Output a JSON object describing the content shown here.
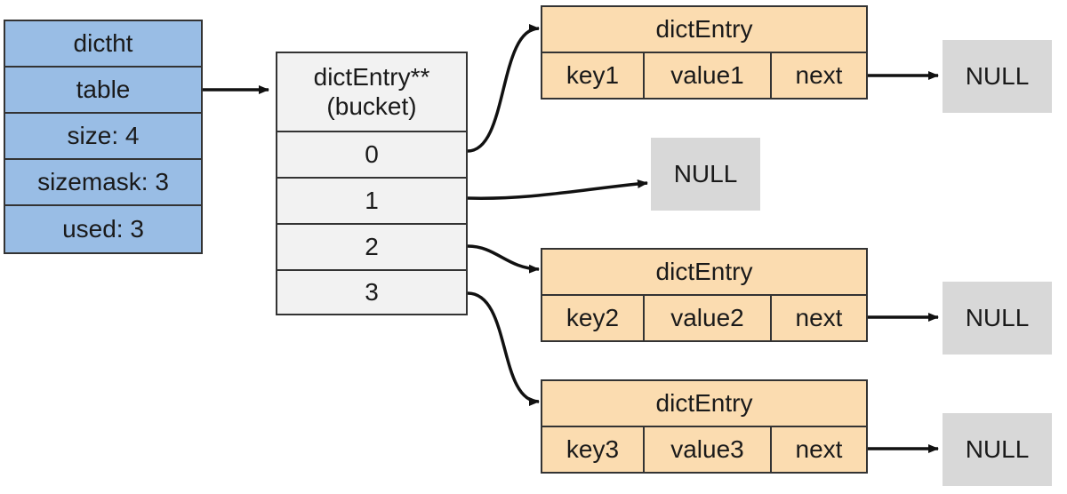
{
  "colors": {
    "dictht_fill": "#99bde5",
    "bucket_fill": "#f2f2f2",
    "entry_fill": "#fbdcb0",
    "null_fill": "#d8d8d8",
    "line": "#111111"
  },
  "dictht": {
    "title": "dictht",
    "table": "table",
    "size": "size: 4",
    "sizemask": "sizemask: 3",
    "used": "used: 3"
  },
  "bucket": {
    "header_line1": "dictEntry**",
    "header_line2": "(bucket)",
    "indices": [
      "0",
      "1",
      "2",
      "3"
    ]
  },
  "entries": [
    {
      "title": "dictEntry",
      "key": "key1",
      "value": "value1",
      "next": "next"
    },
    {
      "title": "dictEntry",
      "key": "key2",
      "value": "value2",
      "next": "next"
    },
    {
      "title": "dictEntry",
      "key": "key3",
      "value": "value3",
      "next": "next"
    }
  ],
  "null_label": "NULL"
}
